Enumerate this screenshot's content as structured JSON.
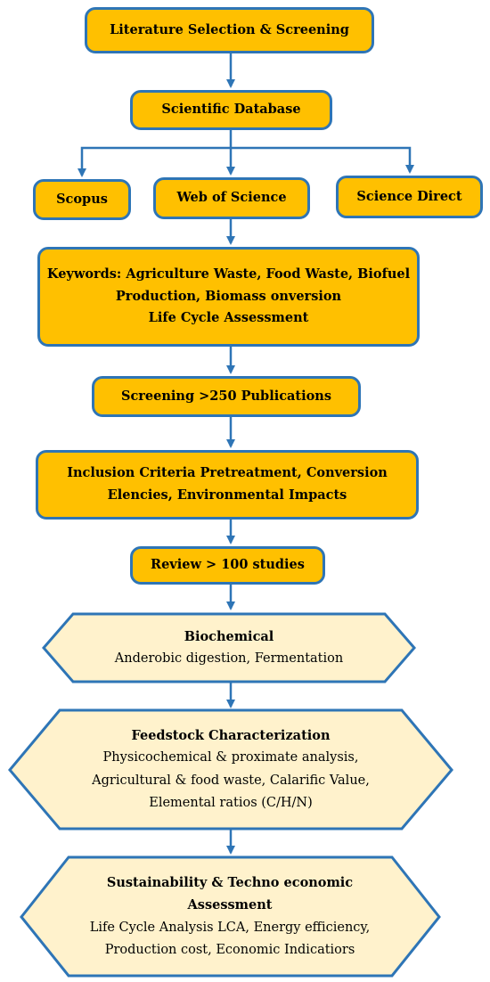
{
  "flow": {
    "literature_selection": "Literature Selection & Screening",
    "scientific_database": "Scientific Database",
    "databases": [
      "Scopus",
      "Web of Science",
      "Science Direct"
    ],
    "keywords_lines": [
      "Keywords: Agriculture Waste, Food Waste, Biofuel",
      "Production, Biomass onversion",
      "Life Cycle Assessment"
    ],
    "screening": "Screening >250 Publications",
    "inclusion_lines": [
      "Inclusion Criteria Pretreatment, Conversion",
      "Elencies, Environmental Impacts"
    ],
    "review": "Review > 100 studies"
  },
  "hexagons": {
    "biochemical": {
      "title": "Biochemical",
      "lines": [
        "Anderobic digestion, Fermentation"
      ]
    },
    "feedstock": {
      "title": "Feedstock Characterization",
      "lines": [
        "Physicochemical & proximate analysis,",
        "Agricultural & food waste, Calarific Value,",
        "Elemental ratios (C/H/N)"
      ]
    },
    "sustainability": {
      "title_lines": [
        "Sustainability & Techno economic",
        "Assessment"
      ],
      "lines": [
        "Life Cycle Analysis LCA, Energy efficiency,",
        "Production cost, Economic Indicatiors"
      ]
    }
  },
  "colors": {
    "box_fill": "#ffc000",
    "hex_fill": "#fff2cc",
    "border": "#2e75b6"
  }
}
